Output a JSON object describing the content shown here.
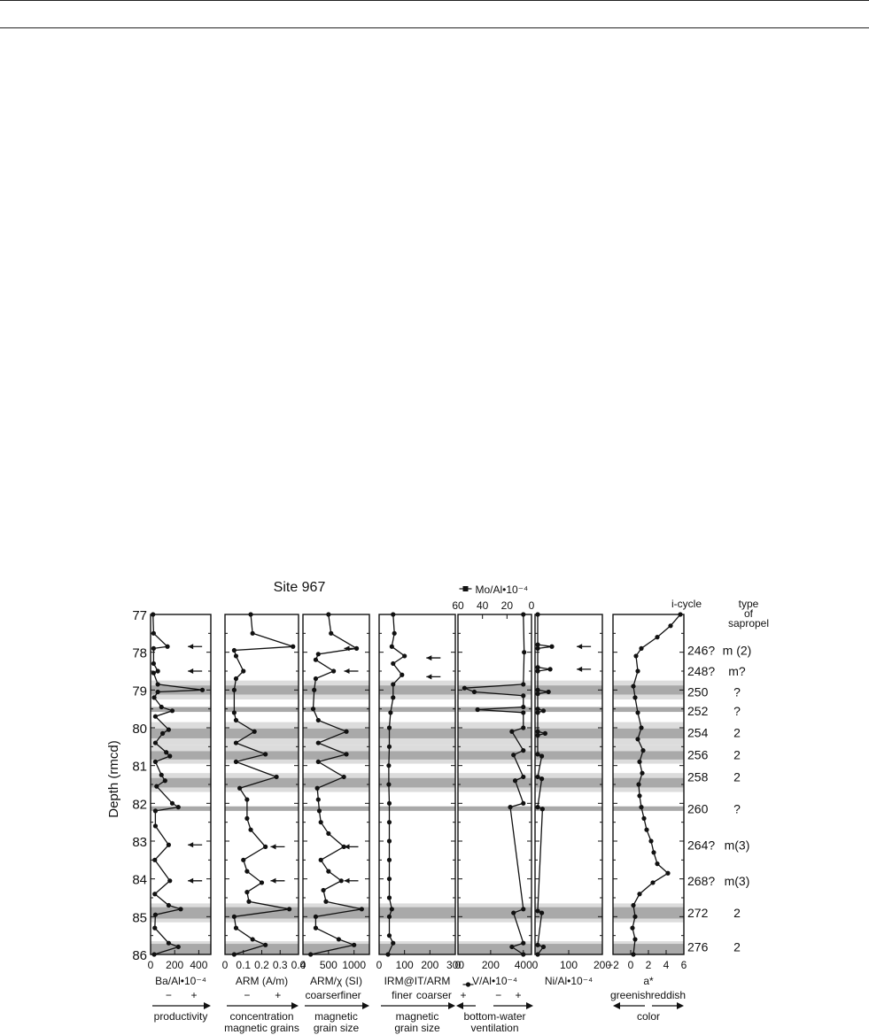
{
  "chart_data": {
    "type": "line",
    "title": "Site 967",
    "ylabel": "Depth (rmcd)",
    "ylim": [
      77,
      86
    ],
    "ytick_labels": [
      "77",
      "78",
      "79",
      "80",
      "81",
      "82",
      "83",
      "84",
      "85",
      "86"
    ],
    "bands": [
      {
        "top": 78.88,
        "bottom": 79.12,
        "shade": "dark"
      },
      {
        "top": 79.45,
        "bottom": 79.58,
        "shade": "dark"
      },
      {
        "top": 80.02,
        "bottom": 80.28,
        "shade": "dark"
      },
      {
        "top": 80.62,
        "bottom": 80.84,
        "shade": "dark"
      },
      {
        "top": 81.33,
        "bottom": 81.58,
        "shade": "dark"
      },
      {
        "top": 82.08,
        "bottom": 82.2,
        "shade": "dark"
      },
      {
        "top": 84.75,
        "bottom": 85.05,
        "shade": "dark"
      },
      {
        "top": 85.72,
        "bottom": 86.0,
        "shade": "dark"
      },
      {
        "top": 78.75,
        "bottom": 79.25,
        "shade": "light"
      },
      {
        "top": 79.85,
        "bottom": 80.45,
        "shade": "light"
      },
      {
        "top": 80.45,
        "bottom": 80.95,
        "shade": "light"
      },
      {
        "top": 81.2,
        "bottom": 81.7,
        "shade": "light"
      },
      {
        "top": 84.65,
        "bottom": 85.15,
        "shade": "light"
      },
      {
        "top": 85.65,
        "bottom": 86.0,
        "shade": "light"
      }
    ],
    "right_annotations": {
      "column_headers": [
        "i-cycle",
        "type",
        "of",
        "sapropel"
      ],
      "rows": [
        {
          "depth": 77.95,
          "icycle": "246?",
          "type": "m (2)"
        },
        {
          "depth": 78.5,
          "icycle": "248?",
          "type": "m?"
        },
        {
          "depth": 79.05,
          "icycle": "250",
          "type": "?"
        },
        {
          "depth": 79.55,
          "icycle": "252",
          "type": "?"
        },
        {
          "depth": 80.13,
          "icycle": "254",
          "type": "2"
        },
        {
          "depth": 80.72,
          "icycle": "256",
          "type": "2"
        },
        {
          "depth": 81.3,
          "icycle": "258",
          "type": "2"
        },
        {
          "depth": 82.15,
          "icycle": "260",
          "type": "?"
        },
        {
          "depth": 83.1,
          "icycle": "264?",
          "type": "m(3)"
        },
        {
          "depth": 84.05,
          "icycle": "268?",
          "type": "m(3)"
        },
        {
          "depth": 84.9,
          "icycle": "272",
          "type": "2"
        },
        {
          "depth": 85.8,
          "icycle": "276",
          "type": "2"
        }
      ]
    },
    "panels": [
      {
        "xlabel": "Ba/Al•10⁻⁴",
        "xlim": [
          0,
          500
        ],
        "xticks": [
          0,
          200,
          400
        ],
        "xtick_labels": [
          "0",
          "200",
          "400"
        ],
        "signs": [
          "−",
          "+"
        ],
        "arrow_dir": "right",
        "interpretation": [
          "productivity"
        ],
        "arrows": [
          {
            "depth": 77.85
          },
          {
            "depth": 78.5
          },
          {
            "depth": 83.1
          },
          {
            "depth": 84.05
          }
        ],
        "series": {
          "name": "",
          "depth": [
            77.0,
            77.5,
            77.85,
            77.9,
            78.3,
            78.5,
            78.55,
            78.85,
            79.0,
            79.05,
            79.2,
            79.45,
            79.55,
            79.7,
            80.05,
            80.15,
            80.4,
            80.65,
            80.75,
            80.9,
            81.25,
            81.4,
            81.55,
            82.0,
            82.1,
            82.2,
            82.6,
            83.1,
            83.5,
            84.05,
            84.4,
            84.7,
            84.8,
            84.95,
            85.3,
            85.7,
            85.8,
            86.0
          ],
          "value": [
            20,
            25,
            140,
            25,
            25,
            60,
            25,
            60,
            430,
            60,
            30,
            90,
            180,
            40,
            150,
            100,
            40,
            130,
            160,
            40,
            90,
            120,
            50,
            180,
            230,
            40,
            40,
            150,
            35,
            160,
            35,
            150,
            250,
            40,
            35,
            150,
            230,
            30
          ]
        }
      },
      {
        "xlabel": "ARM (A/m)",
        "xlim": [
          0,
          0.4
        ],
        "xticks": [
          0,
          0.1,
          0.2,
          0.3,
          0.4
        ],
        "xtick_labels": [
          "0",
          "0.1",
          "0.2",
          "0.3",
          "0.4"
        ],
        "signs": [
          "−",
          "+"
        ],
        "arrow_dir": "right",
        "interpretation": [
          "concentration",
          "magnetic grains"
        ],
        "arrows": [
          {
            "depth": 83.15
          },
          {
            "depth": 84.05
          }
        ],
        "series": {
          "name": "",
          "depth": [
            77.0,
            77.5,
            77.85,
            77.95,
            78.1,
            78.5,
            78.7,
            79.0,
            79.6,
            79.8,
            80.1,
            80.4,
            80.7,
            80.9,
            81.3,
            81.6,
            81.9,
            82.4,
            82.7,
            83.15,
            83.5,
            83.8,
            84.1,
            84.35,
            84.6,
            84.8,
            85.0,
            85.3,
            85.6,
            85.75,
            86.0
          ],
          "value": [
            0.14,
            0.15,
            0.37,
            0.05,
            0.06,
            0.1,
            0.06,
            0.05,
            0.05,
            0.06,
            0.16,
            0.06,
            0.22,
            0.06,
            0.28,
            0.08,
            0.12,
            0.12,
            0.14,
            0.22,
            0.1,
            0.12,
            0.2,
            0.12,
            0.13,
            0.35,
            0.05,
            0.06,
            0.15,
            0.22,
            0.05
          ]
        }
      },
      {
        "xlabel": "ARM/χ (SI)",
        "xlim": [
          0,
          1300
        ],
        "xticks": [
          0,
          500,
          1000
        ],
        "xtick_labels": [
          "0",
          "500",
          "1000"
        ],
        "signs": [
          "coarser",
          "finer"
        ],
        "arrow_dir": "right",
        "interpretation": [
          "magnetic",
          "grain size"
        ],
        "arrows": [
          {
            "depth": 77.9
          },
          {
            "depth": 78.5
          },
          {
            "depth": 83.15
          },
          {
            "depth": 84.05
          }
        ],
        "series": {
          "name": "",
          "depth": [
            77.0,
            77.5,
            77.9,
            78.05,
            78.2,
            78.5,
            78.7,
            79.0,
            79.5,
            79.8,
            80.1,
            80.4,
            80.7,
            80.9,
            81.3,
            81.6,
            81.9,
            82.2,
            82.5,
            82.8,
            83.15,
            83.5,
            83.8,
            84.05,
            84.3,
            84.6,
            84.8,
            85.0,
            85.3,
            85.6,
            85.75,
            86.0
          ],
          "value": [
            500,
            550,
            1050,
            300,
            250,
            600,
            250,
            220,
            200,
            300,
            850,
            300,
            850,
            300,
            800,
            280,
            300,
            320,
            350,
            500,
            800,
            350,
            500,
            750,
            400,
            450,
            1150,
            250,
            250,
            700,
            1000,
            150
          ]
        }
      },
      {
        "xlabel": "IRM@IT/ARM",
        "xlim": [
          0,
          300
        ],
        "xticks": [
          0,
          100,
          200,
          300
        ],
        "xtick_labels": [
          "0",
          "100",
          "200",
          "300"
        ],
        "signs": [
          "finer",
          "coarser"
        ],
        "arrow_dir": "right",
        "interpretation": [
          "magnetic",
          "grain size"
        ],
        "arrows": [
          {
            "depth": 78.15
          },
          {
            "depth": 78.65
          }
        ],
        "series": {
          "name": "",
          "depth": [
            77.0,
            77.5,
            77.85,
            78.1,
            78.3,
            78.6,
            78.85,
            79.2,
            79.6,
            80.0,
            80.5,
            81.0,
            81.5,
            82.0,
            82.5,
            83.0,
            83.5,
            84.0,
            84.5,
            84.8,
            85.0,
            85.5,
            85.7,
            86.0
          ],
          "value": [
            55,
            60,
            50,
            100,
            55,
            90,
            55,
            55,
            45,
            40,
            40,
            38,
            38,
            40,
            40,
            40,
            40,
            40,
            40,
            50,
            40,
            40,
            55,
            35
          ]
        }
      },
      {
        "xlabel": "V/Al•10⁻⁴",
        "xlim": [
          0,
          450
        ],
        "xticks": [
          0,
          200,
          400
        ],
        "xtick_labels": [
          "0",
          "200",
          "400"
        ],
        "signs": [
          "+",
          "−",
          "+"
        ],
        "arrow_dir": "both",
        "interpretation": [
          "bottom-water",
          "ventilation"
        ],
        "top_axis": {
          "label": "Mo/Al•10⁻⁴",
          "ticks": [
            60,
            40,
            20,
            0
          ],
          "tick_labels": [
            "60",
            "40",
            "20",
            "0"
          ]
        },
        "arrows": [],
        "series": {
          "name": "",
          "depth": [
            77.0,
            78.0,
            78.85,
            78.95,
            79.05,
            79.15,
            79.45,
            79.52,
            79.6,
            80.0,
            80.1,
            80.6,
            80.72,
            81.3,
            81.4,
            82.0,
            82.1,
            84.8,
            84.9,
            85.7,
            85.8,
            86.0
          ],
          "value": [
            400,
            405,
            400,
            40,
            100,
            400,
            400,
            120,
            400,
            400,
            330,
            400,
            340,
            400,
            350,
            400,
            320,
            400,
            340,
            400,
            330,
            400
          ]
        }
      },
      {
        "xlabel": "Ni/Al•10⁻⁴",
        "xlim": [
          0,
          200
        ],
        "xticks": [
          0,
          100,
          200
        ],
        "xtick_labels": [
          "0",
          "100",
          "200"
        ],
        "signs": [],
        "arrow_dir": "none",
        "interpretation": [],
        "arrows": [
          {
            "depth": 77.85
          },
          {
            "depth": 78.45
          }
        ],
        "series": {
          "name": "",
          "depth": [
            77.0,
            77.8,
            77.85,
            77.9,
            78.4,
            78.45,
            78.5,
            79.0,
            79.05,
            79.1,
            79.5,
            79.55,
            79.6,
            80.1,
            80.15,
            80.2,
            80.7,
            80.75,
            81.3,
            81.35,
            82.1,
            82.15,
            84.85,
            84.9,
            85.75,
            85.8,
            86.0
          ],
          "value": [
            8,
            8,
            50,
            8,
            8,
            45,
            8,
            8,
            40,
            8,
            8,
            25,
            8,
            8,
            30,
            8,
            8,
            20,
            8,
            20,
            8,
            22,
            8,
            20,
            8,
            25,
            8
          ]
        }
      },
      {
        "xlabel": "a*",
        "xlim": [
          -2,
          6
        ],
        "xticks": [
          -2,
          0,
          2,
          4,
          6
        ],
        "xtick_labels": [
          "−2",
          "0",
          "2",
          "4",
          "6"
        ],
        "signs": [],
        "arrow_dir": "both",
        "interpretation": [
          "color"
        ],
        "interp_top": [
          "greenish",
          "reddish"
        ],
        "arrows": [],
        "series": {
          "name": "",
          "depth": [
            77.0,
            77.3,
            77.6,
            77.9,
            78.1,
            78.5,
            78.9,
            79.2,
            79.6,
            80.0,
            80.3,
            80.6,
            80.9,
            81.2,
            81.5,
            81.8,
            82.1,
            82.4,
            82.7,
            83.0,
            83.3,
            83.6,
            83.85,
            84.1,
            84.4,
            84.7,
            85.0,
            85.3,
            85.6,
            86.0
          ],
          "value": [
            5.6,
            4.5,
            3.0,
            1.2,
            0.6,
            0.8,
            0.3,
            0.5,
            0.8,
            1.2,
            0.8,
            1.4,
            1.0,
            1.3,
            0.9,
            1.0,
            1.2,
            1.5,
            1.8,
            2.3,
            2.6,
            3.0,
            4.2,
            2.5,
            1.0,
            0.3,
            0.5,
            0.2,
            0.5,
            0.3
          ]
        }
      }
    ]
  }
}
